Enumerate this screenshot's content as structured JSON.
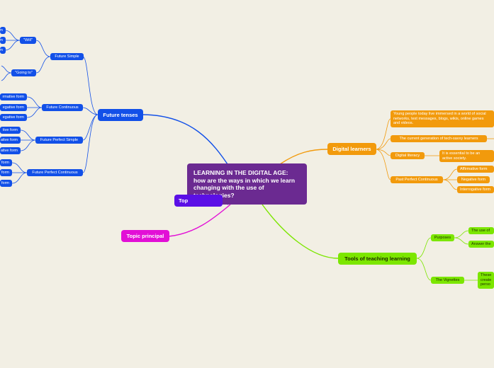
{
  "central": "LEARNING IN THE DIGITAL AGE: how are the ways in which we learn changing with the use of technologies?",
  "colors": {
    "background": "#f2efe4",
    "central": "#6b2a91",
    "future": "#1250e8",
    "digital": "#f29a0c",
    "tools": "#7ce600",
    "principal": "#e20fd6",
    "topic": "#5b0fe6"
  },
  "future": {
    "title": "Future tenses",
    "simple": {
      "label": "Future Simple",
      "will": "\"Will\"",
      "will_forms": [
        "m",
        "m",
        "m"
      ],
      "going": "\"Going to\""
    },
    "continuous": {
      "label": "Future Continuous",
      "forms": [
        "rmative form",
        "egative form",
        "egative form"
      ]
    },
    "perfect_simple": {
      "label": "Future Perfect Simple",
      "forms": [
        "tive form",
        "ative form",
        "ative form"
      ]
    },
    "perfect_continuous": {
      "label": "Future Perfect Continuous",
      "forms": [
        "form",
        "form",
        "form"
      ]
    }
  },
  "topic_cut": "Top",
  "topic_principal": "Topic principal",
  "digital": {
    "title": "Digital learners",
    "young": "Young people today live immersed in a world of social networks, text messages, blogs, wikis, online games and videos.",
    "generation": "The current generation of tech-savvy learners",
    "literacy": "Digital literacy",
    "literacy_note": "It is essential to be an active society.",
    "past": "Past Perfect Continuous",
    "past_forms": [
      "Affirmative form",
      "Negative form",
      "Interrogative form"
    ]
  },
  "tools": {
    "title": "Tools of teaching learning",
    "purposes": "Purposes",
    "purpose_items": [
      "The use of",
      "Answer the"
    ],
    "vignettes": "The Vignettes",
    "vignettes_note": "These create perso"
  }
}
